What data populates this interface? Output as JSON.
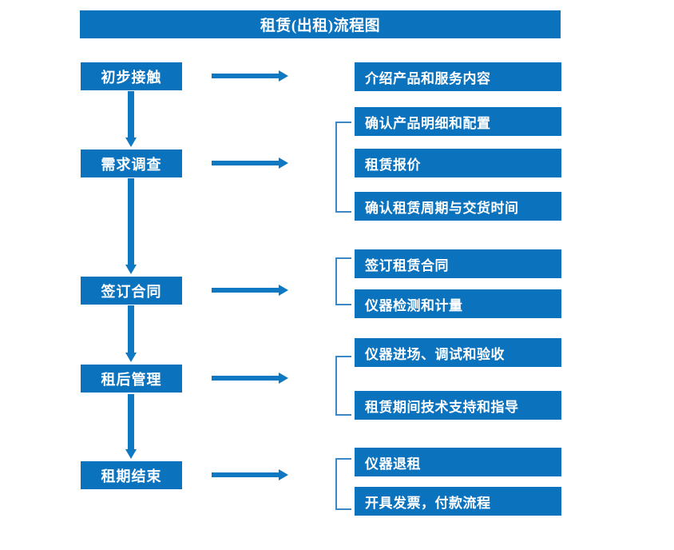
{
  "diagram": {
    "title": "租赁(出租)流程图",
    "theme": {
      "box_fill": "#0B72BE",
      "box_text": "#FFFFFF",
      "arrow": "#0F78C2",
      "bracket": "#3C87C8",
      "background": "#FFFFFF"
    },
    "stages": [
      {
        "label": "初步接触",
        "details": [
          "介绍产品和服务内容"
        ]
      },
      {
        "label": "需求调查",
        "details": [
          "确认产品明细和配置",
          "租赁报价",
          "确认租赁周期与交货时间"
        ]
      },
      {
        "label": "签订合同",
        "details": [
          "签订租赁合同",
          "仪器检测和计量"
        ]
      },
      {
        "label": "租后管理",
        "details": [
          "仪器进场、调试和验收",
          "租赁期间技术支持和指导"
        ]
      },
      {
        "label": "租期结束",
        "details": [
          "仪器退租",
          "开具发票，付款流程"
        ]
      }
    ]
  }
}
